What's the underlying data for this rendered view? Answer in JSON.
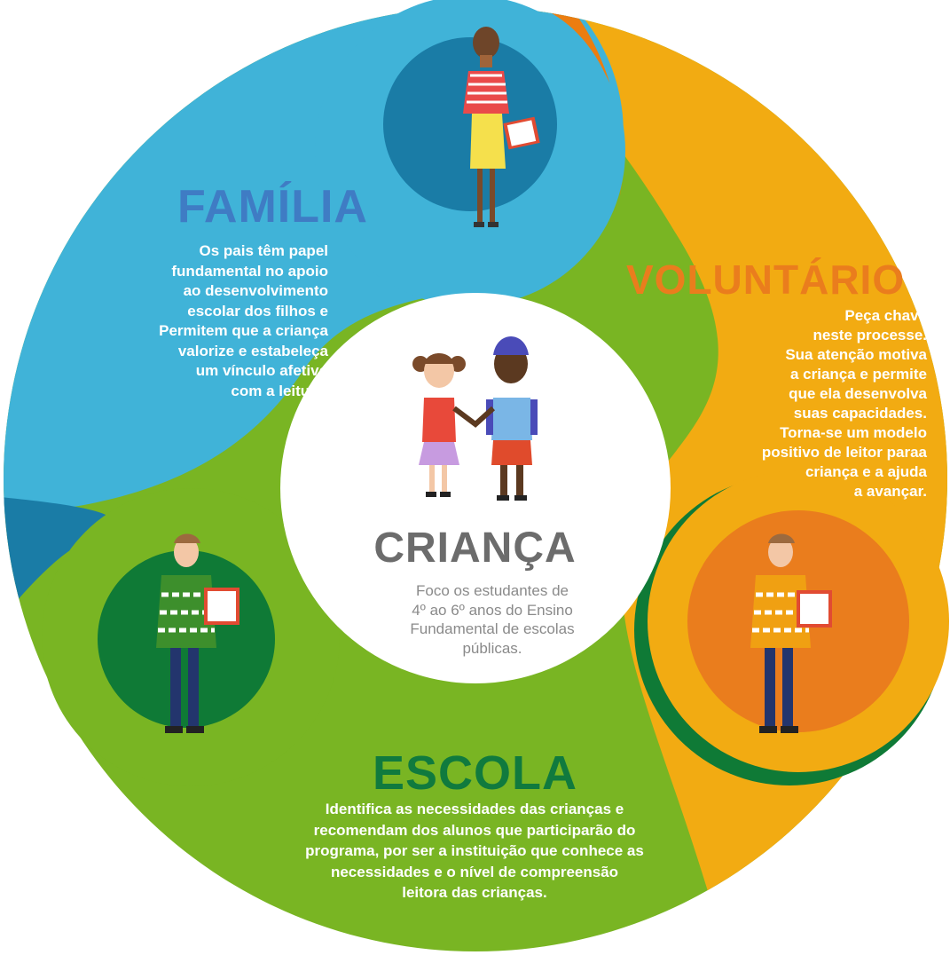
{
  "colors": {
    "familia": "#40b3d8",
    "familia_dark": "#1a7ca6",
    "voluntario": "#f2ab12",
    "voluntario_accent": "#eb7d10",
    "escola": "#79b523",
    "escola_dark": "#0f7a36",
    "center": "#ffffff"
  },
  "familia": {
    "title": "FAMÍLIA",
    "text": "Os pais têm papel\nfundamental no apoio\nao desenvolvimento\nescolar dos filhos e\nPermitem que a criança\nvalorize e estabeleça\num vínculo afetivo\ncom a leitura."
  },
  "voluntario": {
    "title": "VOLUNTÁRIO",
    "text": "Peça chave\nneste processe.\nSua atenção motiva\na criança e permite\nque ela desenvolva\nsuas capacidades.\nTorna-se um modelo\npositivo de leitor paraa\ncriança e a ajuda\na avançar."
  },
  "escola": {
    "title": "ESCOLA",
    "text": "Identifica as necessidades das crianças e\nrecomendam dos alunos que participarão do\nprograma, por ser a instituição que conhece as\nnecessidades e o nível de compreensão\nleitora das crianças."
  },
  "crianca": {
    "title": "CRIANÇA",
    "text": "Foco os estudantes de\n4º ao 6º anos do Ensino\nFundamental de escolas\npúblicas."
  },
  "icons": [
    "woman-with-book-icon",
    "man-with-book-icon",
    "volunteer-with-book-icon",
    "children-holding-hands-icon"
  ]
}
